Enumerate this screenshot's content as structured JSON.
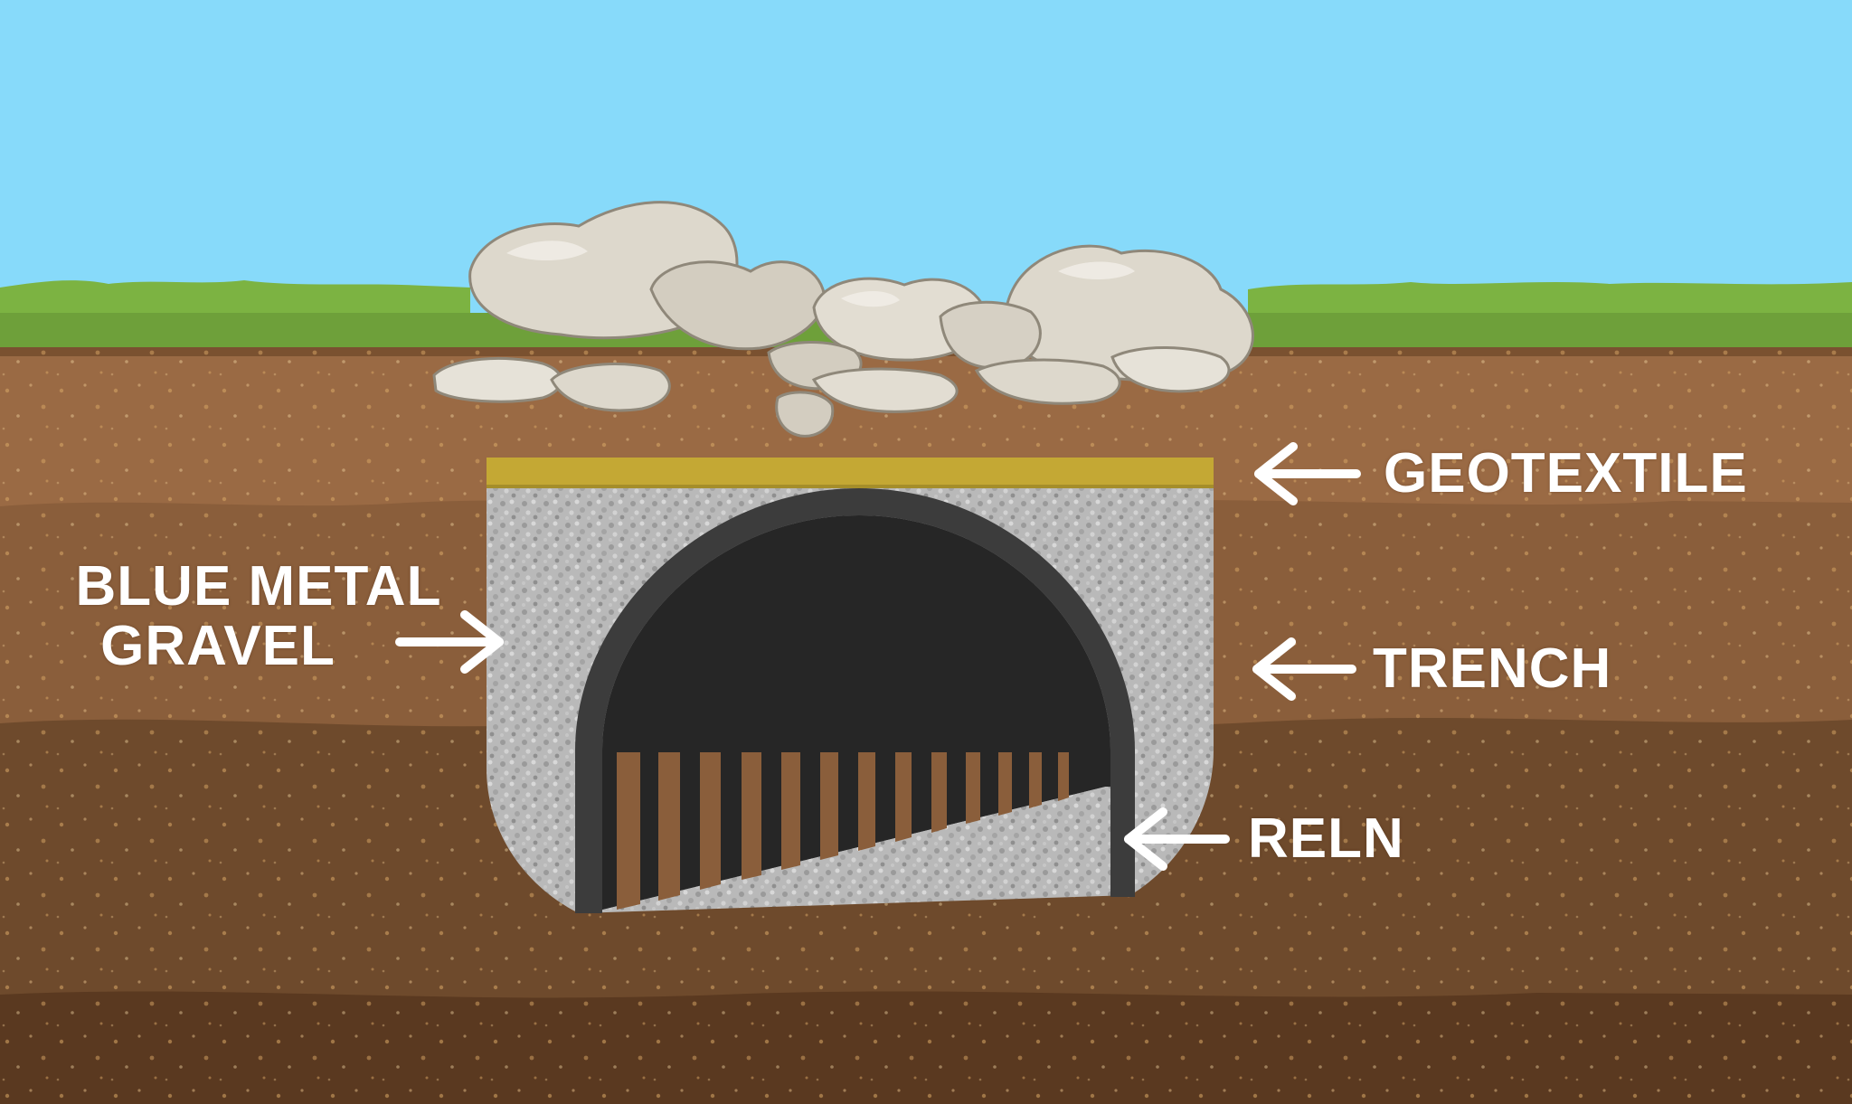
{
  "labels": {
    "geotextile": "GEOTEXTILE",
    "trench": "TRENCH",
    "reln": "RELN",
    "gravel_line1": "BLUE METAL",
    "gravel_line2": "GRAVEL"
  },
  "colors": {
    "sky": "#87dafa",
    "grass": "#7cb342",
    "soil_top": "#9a6a44",
    "soil_mid": "#7d5332",
    "soil_deep": "#5e3c22",
    "geotextile": "#c4a834",
    "gravel": "#b8b8b8",
    "pipe": "#262626",
    "rocks": "#ddd8cc",
    "label_text": "#ffffff"
  },
  "icons": [
    "arrow-left-icon",
    "arrow-right-icon"
  ]
}
